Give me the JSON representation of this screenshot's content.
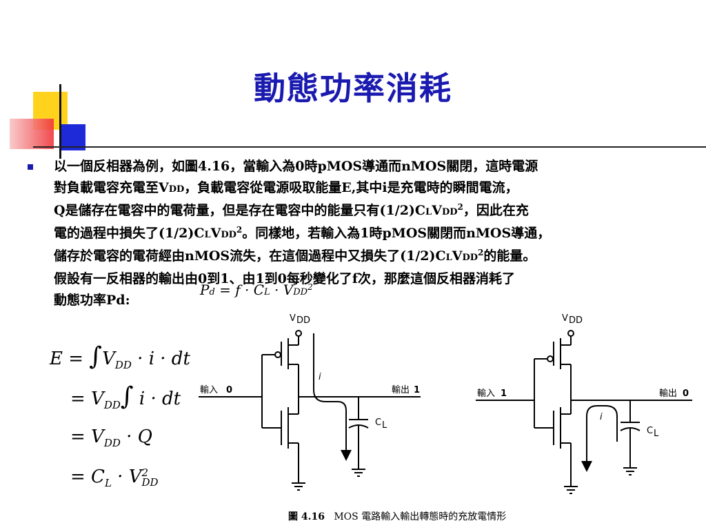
{
  "title": "動態功率消耗",
  "paragraph": {
    "l1": "以一個反相器為例，如圖4.16，當輸入為0時pMOS導通而nMOS關閉，這時電源",
    "l2a": "對負載電容充電至V",
    "l2b": "DD",
    "l2c": "，負載電容從電源吸取能量E,其中i是充電時的瞬間電流，",
    "l3a": "Q是儲存在電容中的電荷量，但是存在電容中的能量只有(1/2)C",
    "l3b": "L",
    "l3c": "V",
    "l3d": "DD",
    "l3e": "2",
    "l3f": "，因此在充",
    "l4a": "電的過程中損失了(1/2)C",
    "l4b": "L",
    "l4c": "V",
    "l4d": "DD",
    "l4e": "2",
    "l4f": "。同樣地，若輸入為1時pMOS關閉而nMOS導通，",
    "l5a": "儲存於電容的電荷經由nMOS流失，在這個過程中又損失了(1/2)C",
    "l5b": "L",
    "l5c": "V",
    "l5d": "DD",
    "l5e": "2",
    "l5f": "的能量。",
    "l6": "假設有一反相器的輸出由0到1、由1到0每秒變化了f次，那麼這個反相器消耗了",
    "l7": "動態功率Pd:"
  },
  "pd_formula": {
    "P": "P",
    "d": "d",
    "rest": " = f · C",
    "L": "L",
    "dot": " · V",
    "DD": "DD",
    "two": "2"
  },
  "equations": {
    "e1_a": "E = ",
    "e1_int": "∫",
    "e1_b": "V",
    "e1_sub": "DD",
    "e1_c": " · i · dt",
    "e2_a": "= V",
    "e2_sub": "DD",
    "e2_int": "∫",
    "e2_c": " i · dt",
    "e3_a": "= V",
    "e3_sub": "DD",
    "e3_c": " · Q",
    "e4_a": "= C",
    "e4_sub": "L",
    "e4_b": " · V",
    "e4_sup": "2",
    "e4_sub2": "DD"
  },
  "circuit_left": {
    "vdd_v": "V",
    "vdd_dd": "DD",
    "input_label": "輸入",
    "input_value": "0",
    "output_label": "輸出",
    "output_value": "1",
    "current": "i",
    "cap_c": "C",
    "cap_l": "L"
  },
  "circuit_right": {
    "vdd_v": "V",
    "vdd_dd": "DD",
    "input_label": "輸入",
    "input_value": "1",
    "output_label": "輸出",
    "output_value": "0",
    "current": "i",
    "cap_c": "C",
    "cap_l": "L"
  },
  "caption": {
    "number": "圖 4.16",
    "text": "MOS 電路輸入輸出轉態時的充放電情形"
  },
  "colors": {
    "title": "#1a1ab0",
    "deco_yellow": "#ffd21e",
    "deco_blue": "#1e2ad8",
    "deco_red": "#f0363a"
  }
}
